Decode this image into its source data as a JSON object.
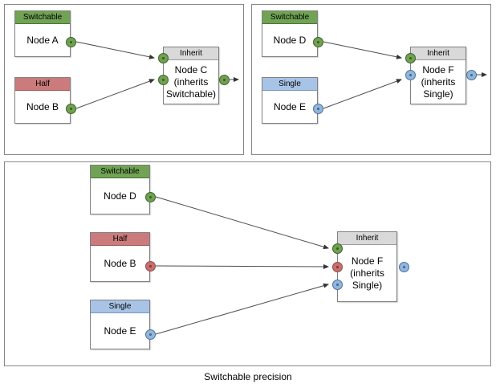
{
  "diagram": {
    "caption": "Switchable precision",
    "colors": {
      "switchable": "#70A353",
      "half": "#CB7B7B",
      "single": "#A7C4E6",
      "inherit": "#D9D9D9",
      "port_green": "#6FA24F",
      "port_red": "#C96E6E",
      "port_blue": "#8FB6DF",
      "panel_border": "#888888",
      "node_border": "#808080",
      "edge": "#4d4d4d"
    },
    "panels": [
      {
        "id": "panel-1",
        "nodes": [
          {
            "id": "node-a",
            "header": "Switchable",
            "header_type": "switchable",
            "body": [
              "Node A"
            ]
          },
          {
            "id": "node-b",
            "header": "Half",
            "header_type": "half",
            "body": [
              "Node B"
            ]
          },
          {
            "id": "node-c",
            "header": "Inherit",
            "header_type": "inherit",
            "body": [
              "Node C",
              "(inherits",
              "Switchable)"
            ]
          }
        ],
        "ports": [
          {
            "id": "port-a-out",
            "color": "green"
          },
          {
            "id": "port-b-out",
            "color": "green"
          },
          {
            "id": "port-c-in-1",
            "color": "green"
          },
          {
            "id": "port-c-in-2",
            "color": "green"
          },
          {
            "id": "port-c-out",
            "color": "green"
          }
        ],
        "edges": [
          {
            "from": "node-a",
            "to": "node-c"
          },
          {
            "from": "node-b",
            "to": "node-c"
          },
          {
            "from": "node-c",
            "to": "external"
          }
        ]
      },
      {
        "id": "panel-2",
        "nodes": [
          {
            "id": "node-d",
            "header": "Switchable",
            "header_type": "switchable",
            "body": [
              "Node D"
            ]
          },
          {
            "id": "node-e",
            "header": "Single",
            "header_type": "single",
            "body": [
              "Node E"
            ]
          },
          {
            "id": "node-f",
            "header": "Inherit",
            "header_type": "inherit",
            "body": [
              "Node F",
              "(inherits",
              "Single)"
            ]
          }
        ],
        "ports": [
          {
            "id": "port-d-out",
            "color": "green"
          },
          {
            "id": "port-e-out",
            "color": "blue"
          },
          {
            "id": "port-f-in-1",
            "color": "green"
          },
          {
            "id": "port-f-in-2",
            "color": "blue"
          },
          {
            "id": "port-f-out",
            "color": "blue"
          }
        ],
        "edges": [
          {
            "from": "node-d",
            "to": "node-f"
          },
          {
            "from": "node-e",
            "to": "node-f"
          },
          {
            "from": "node-f",
            "to": "external"
          }
        ]
      },
      {
        "id": "panel-3",
        "nodes": [
          {
            "id": "node-d2",
            "header": "Switchable",
            "header_type": "switchable",
            "body": [
              "Node D"
            ]
          },
          {
            "id": "node-b2",
            "header": "Half",
            "header_type": "half",
            "body": [
              "Node B"
            ]
          },
          {
            "id": "node-e2",
            "header": "Single",
            "header_type": "single",
            "body": [
              "Node E"
            ]
          },
          {
            "id": "node-f2",
            "header": "Inherit",
            "header_type": "inherit",
            "body": [
              "Node F",
              "(inherits",
              "Single)"
            ]
          }
        ],
        "ports": [
          {
            "id": "port-d2-out",
            "color": "green"
          },
          {
            "id": "port-b2-out",
            "color": "red"
          },
          {
            "id": "port-e2-out",
            "color": "blue"
          },
          {
            "id": "port-f2-in-1",
            "color": "green"
          },
          {
            "id": "port-f2-in-2",
            "color": "red"
          },
          {
            "id": "port-f2-in-3",
            "color": "blue"
          },
          {
            "id": "port-f2-out",
            "color": "blue"
          }
        ],
        "edges": [
          {
            "from": "node-d2",
            "to": "node-f2"
          },
          {
            "from": "node-b2",
            "to": "node-f2"
          },
          {
            "from": "node-e2",
            "to": "node-f2"
          }
        ]
      }
    ]
  }
}
